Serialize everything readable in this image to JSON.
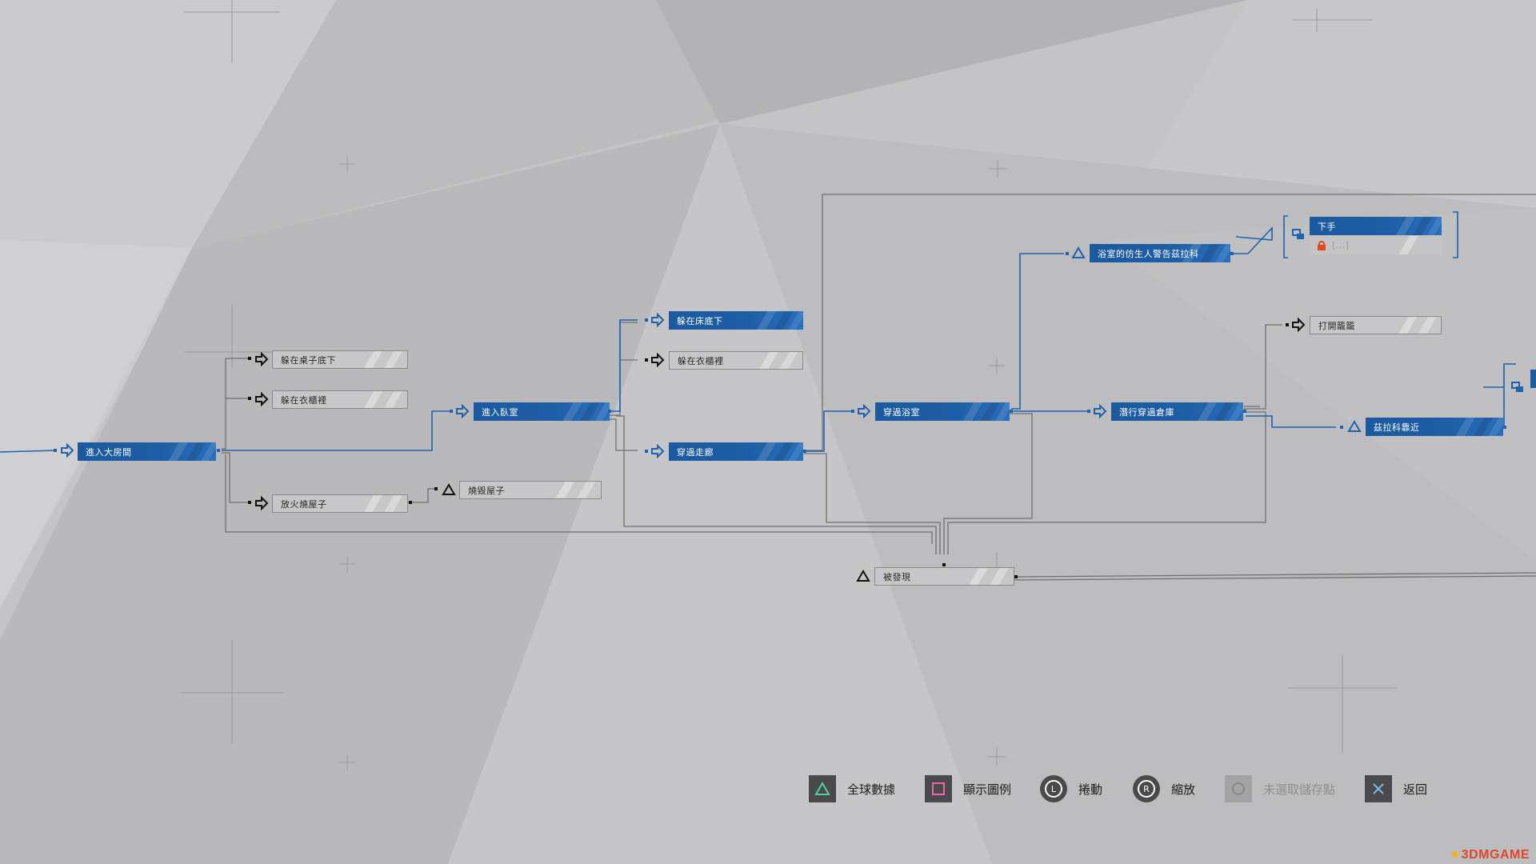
{
  "colors": {
    "accent_blue": "#1f62ad",
    "node_gray": "#c7c7c9",
    "locked_red": "#e04a1f",
    "background": "#c3c3c5"
  },
  "flowchart": {
    "nodes": {
      "enter_living_room": "進入大房間",
      "hide_under_table": "躲在桌子底下",
      "hide_in_closet_1": "躲在衣櫃裡",
      "set_fire": "放火燒屋子",
      "burn_house": "燒毀屋子",
      "enter_bedroom": "進入臥室",
      "hide_under_bed": "躲在床底下",
      "hide_in_closet_2": "躲在衣櫃裡",
      "cross_corridor": "穿過走廊",
      "cross_bathroom": "穿過浴室",
      "bathroom_android_warns": "浴室的仿生人警告茲拉科",
      "strike": "下手",
      "locked_unknown": "[...]",
      "open_cage": "打開籠籠",
      "sneak_garage": "潛行穿過倉庫",
      "zlatko_approaches": "茲拉科靠近",
      "discovered": "被發現"
    }
  },
  "controls": {
    "global_stats": {
      "label": "全球數據",
      "icon": "triangle-button"
    },
    "show_legend": {
      "label": "顯示圖例",
      "icon": "square-button"
    },
    "scroll": {
      "label": "捲動",
      "icon": "left-stick"
    },
    "zoom": {
      "label": "縮放",
      "icon": "right-stick"
    },
    "checkpoint": {
      "label": "未選取儲存點",
      "icon": "circle-button"
    },
    "back": {
      "label": "返回",
      "icon": "cross-button"
    }
  },
  "watermark": "3DMGAME"
}
